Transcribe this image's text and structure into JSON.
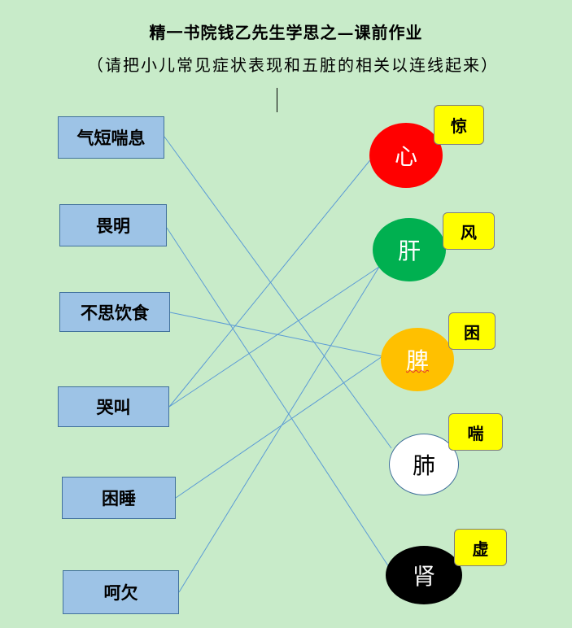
{
  "title": "精一书院钱乙先生学思之—课前作业",
  "subtitle": "（请把小儿常见症状表现和五脏的相关以连线起来）",
  "symptoms": [
    "气短喘息",
    "畏明",
    "不思饮食",
    "哭叫",
    "困睡",
    "呵欠"
  ],
  "organs": [
    {
      "label": "心",
      "emotion": "惊",
      "color": "#ff0000",
      "text_color": "#ffffff"
    },
    {
      "label": "肝",
      "emotion": "风",
      "color": "#00b050",
      "text_color": "#ffffff"
    },
    {
      "label": "脾",
      "emotion": "困",
      "color": "#ffc000",
      "text_color": "#ffffff"
    },
    {
      "label": "肺",
      "emotion": "喘",
      "color": "#ffffff",
      "text_color": "#000000"
    },
    {
      "label": "肾",
      "emotion": "虚",
      "color": "#000000",
      "text_color": "#ffffff"
    }
  ],
  "connections": [
    {
      "symptom": "气短喘息",
      "organ": "肺"
    },
    {
      "symptom": "畏明",
      "organ": "肾"
    },
    {
      "symptom": "不思饮食",
      "organ": "脾"
    },
    {
      "symptom": "哭叫",
      "organ": "心"
    },
    {
      "symptom": "哭叫",
      "organ": "肝"
    },
    {
      "symptom": "困睡",
      "organ": "脾"
    },
    {
      "symptom": "呵欠",
      "organ": "肝"
    }
  ],
  "line_color": "#5b9bd5"
}
